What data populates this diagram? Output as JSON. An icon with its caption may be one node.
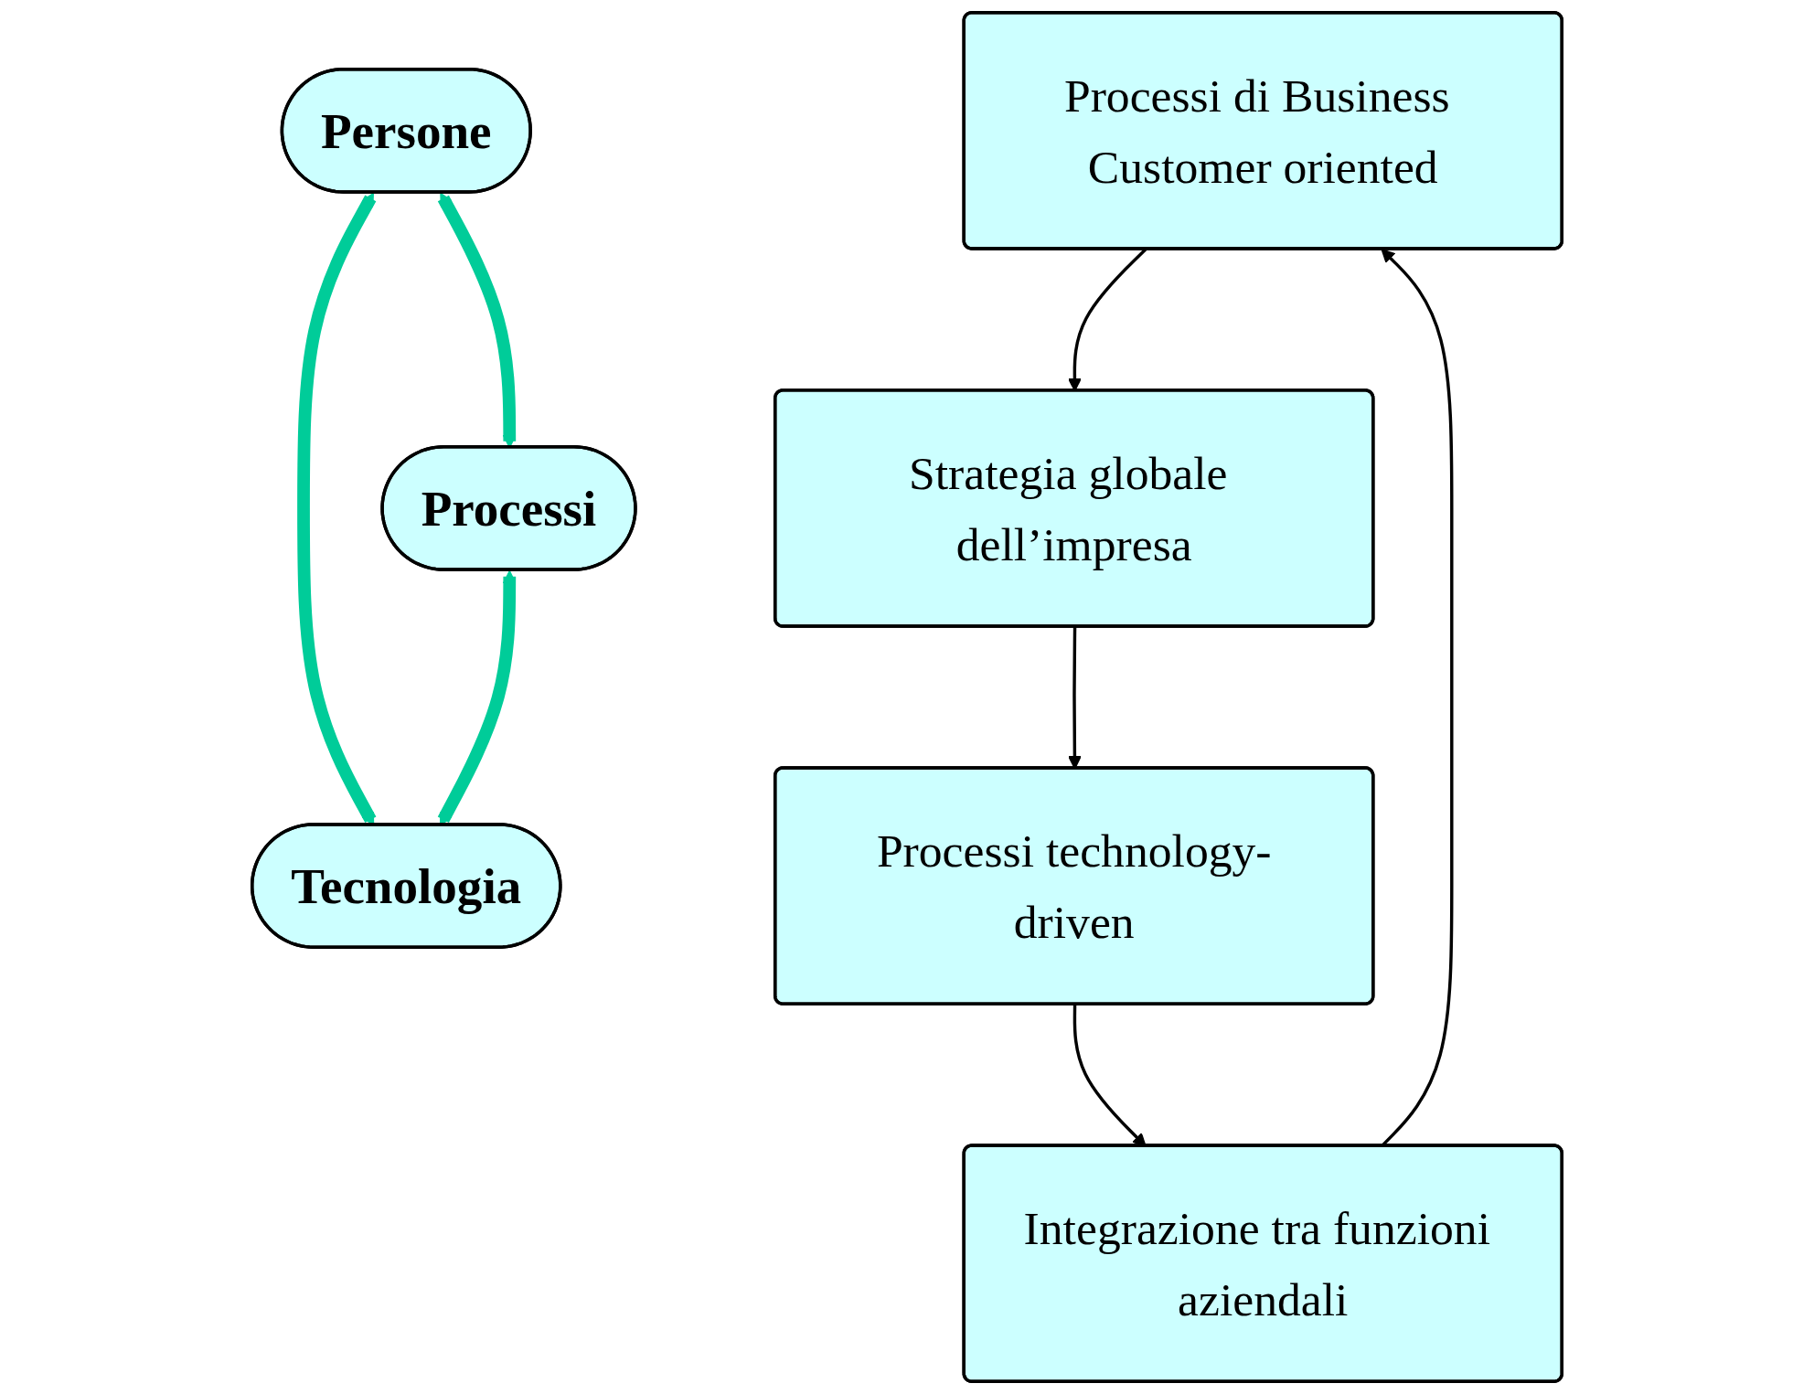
{
  "diagram": {
    "nodes": [
      {
        "text": [
          "Processi di Business Customer oriented"
        ]
      },
      {
        "text": [
          "Integrazione tra funzioni aziendali"
        ]
      },
      {
        "text": [
          "Persone"
        ]
      },
      {
        "text": [
          "Processi"
        ]
      },
      {
        "text": [
          "Tecnologia"
        ]
      },
      {
        "text": [
          "Strategia globale dell’impresa"
        ]
      },
      {
        "text": [
          "Processi technology-driven"
        ]
      }
    ],
    "edges": [
      {
        "from": 1,
        "to": 0,
        "arrow": "to"
      },
      {
        "from": 0,
        "to": 5,
        "arrow": "to"
      },
      {
        "from": 5,
        "to": 6,
        "arrow": "to"
      },
      {
        "from": 6,
        "to": 1,
        "arrow": "to"
      },
      {
        "from": 2,
        "to": 3,
        "arrow": "both",
        "style": "thick",
        "color": "#00cc99"
      },
      {
        "from": 2,
        "to": 4,
        "arrow": "both",
        "style": "thick",
        "color": "#00cc99"
      },
      {
        "from": 3,
        "to": 4,
        "arrow": "both",
        "style": "thick",
        "color": "#00cc99"
      }
    ]
  }
}
